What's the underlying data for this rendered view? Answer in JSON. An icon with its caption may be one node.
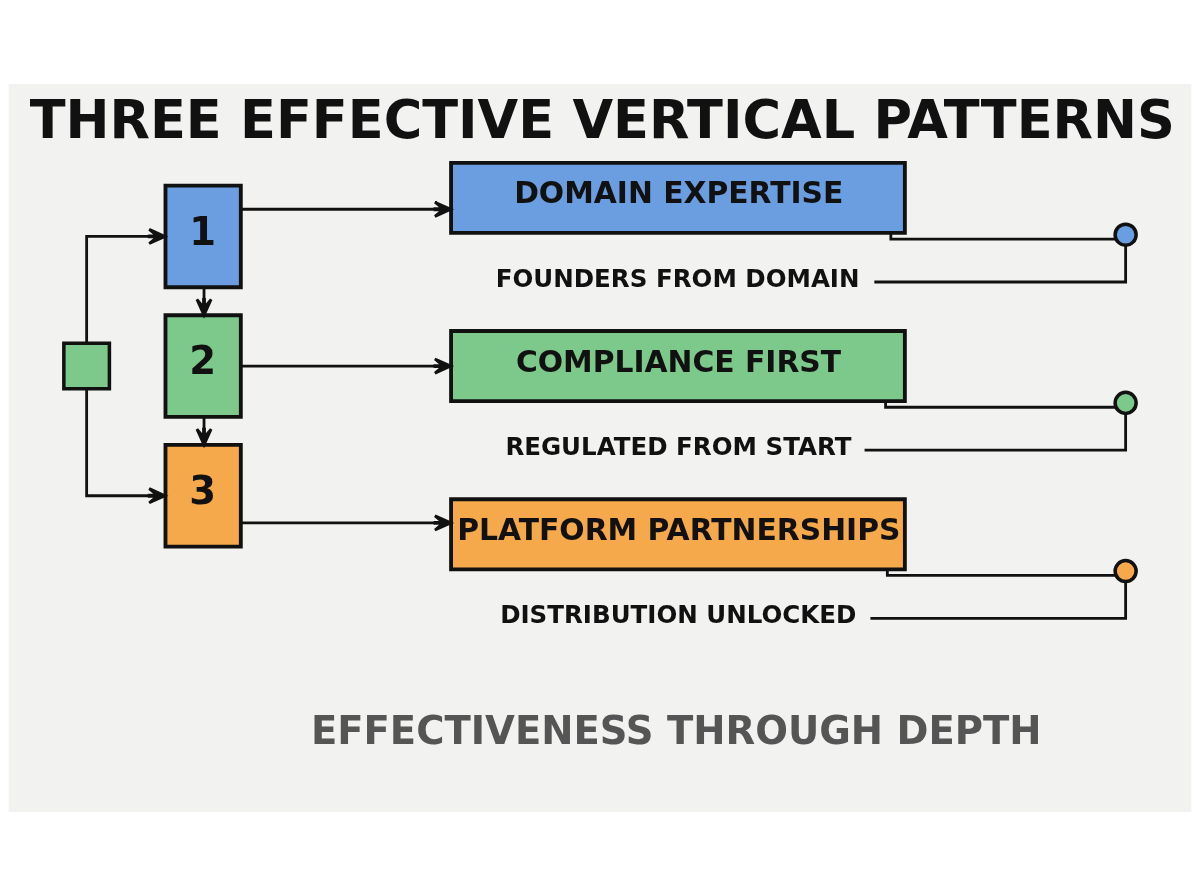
{
  "diagram": {
    "title": "THREE EFFECTIVE VERTICAL PATTERNS",
    "caption": "EFFECTIVENESS THROUGH DEPTH",
    "nodes": [
      {
        "text": [],
        "shape": "box"
      },
      {
        "text": [
          "1"
        ]
      },
      {
        "text": [
          "DOMAIN EXPERTISE"
        ]
      },
      {
        "text": [
          "FOUNDERS FROM DOMAIN"
        ]
      },
      {
        "text": [],
        "shape": "circle"
      },
      {
        "text": [
          "2"
        ]
      },
      {
        "text": [
          "COMPLIANCE FIRST"
        ]
      },
      {
        "text": [
          "REGULATED FROM START"
        ]
      },
      {
        "text": [],
        "shape": "circle"
      },
      {
        "text": [
          "3"
        ]
      },
      {
        "text": [
          "PLATFORM PARTNERSHIPS"
        ]
      },
      {
        "text": [
          "DISTRIBUTION UNLOCKED"
        ]
      },
      {
        "text": [],
        "shape": "circle"
      }
    ],
    "edges": [
      {
        "from": 0,
        "to": 1,
        "arrow": "to"
      },
      {
        "from": 0,
        "to": 9,
        "arrow": "to"
      },
      {
        "from": 1,
        "to": 2,
        "arrow": "to"
      },
      {
        "from": 1,
        "to": 5,
        "arrow": "to"
      },
      {
        "from": 2,
        "to": 4,
        "arrow": "none"
      },
      {
        "from": 3,
        "to": 4,
        "arrow": "none"
      },
      {
        "from": 5,
        "to": 6,
        "arrow": "to"
      },
      {
        "from": 5,
        "to": 9,
        "arrow": "to"
      },
      {
        "from": 6,
        "to": 8,
        "arrow": "none"
      },
      {
        "from": 7,
        "to": 8,
        "arrow": "none"
      },
      {
        "from": 9,
        "to": 10,
        "arrow": "to"
      },
      {
        "from": 10,
        "to": 12,
        "arrow": "none"
      },
      {
        "from": 11,
        "to": 12,
        "arrow": "none"
      }
    ]
  }
}
